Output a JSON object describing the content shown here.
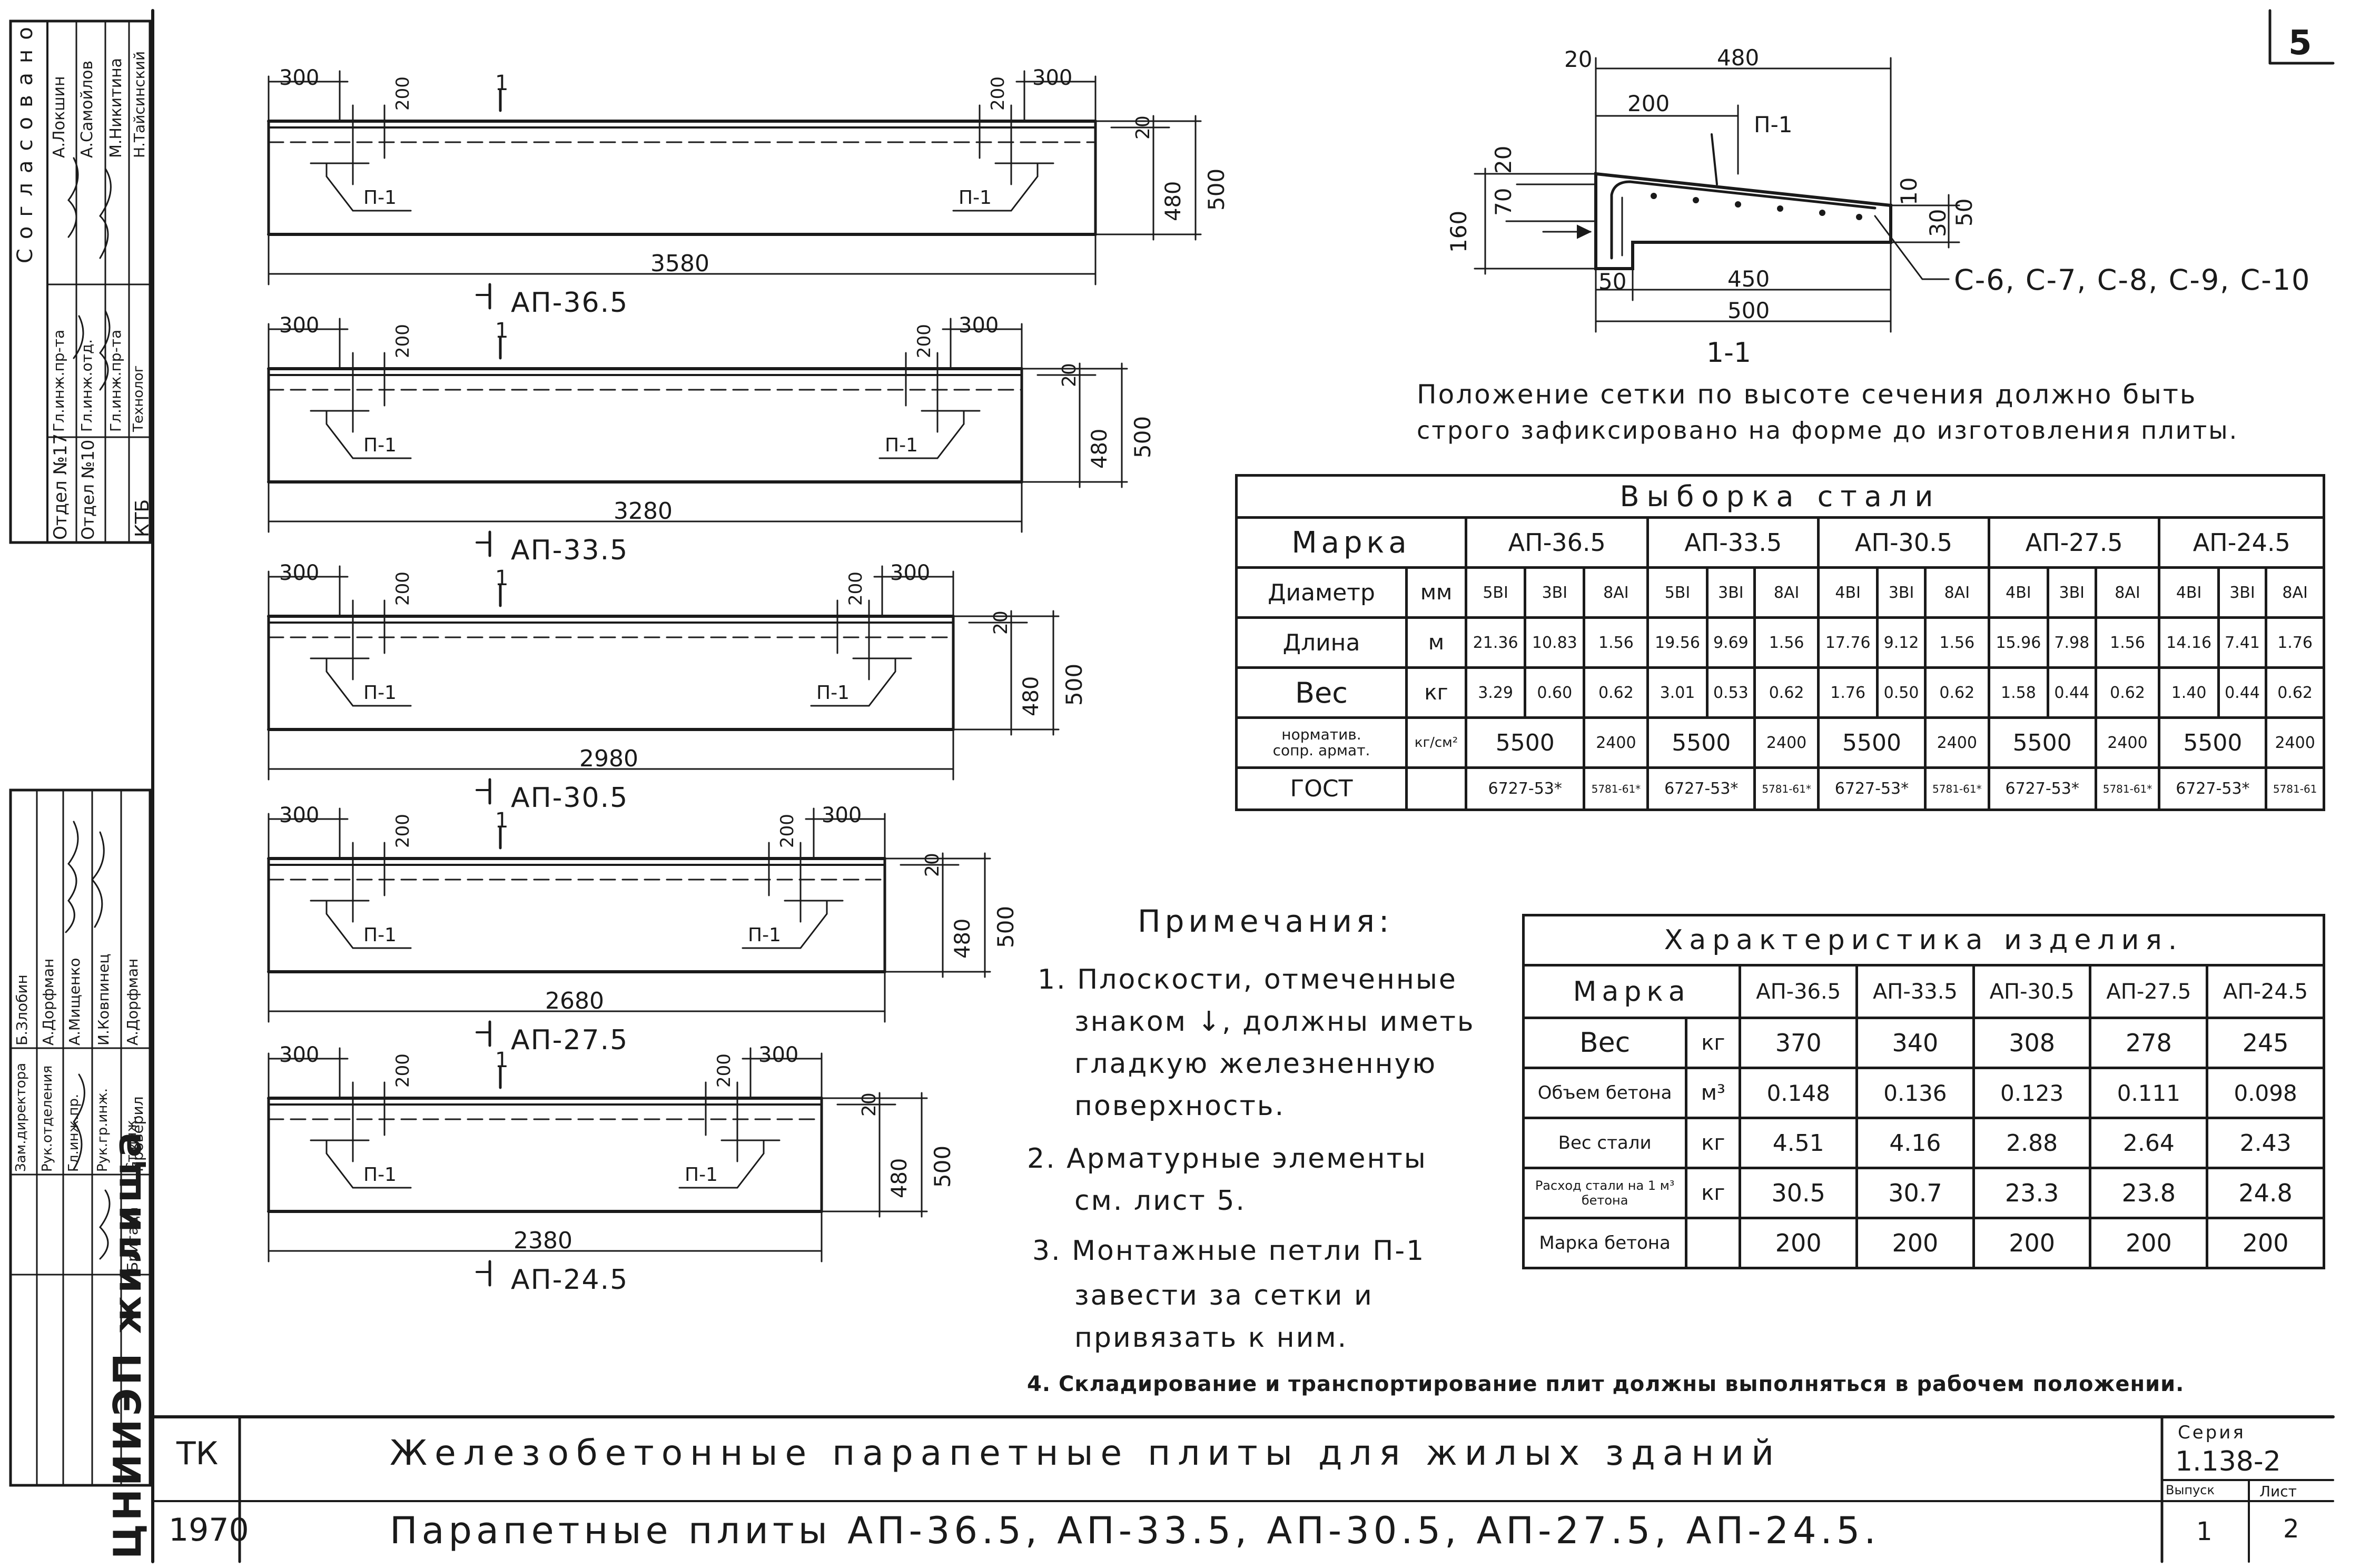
{
  "sheet_number": "5",
  "panels": [
    {
      "label": "АП-36.5",
      "length": "3580",
      "end1": "300",
      "end2": "300",
      "hook_depth": "200",
      "loop": "П-1",
      "section": "1",
      "top": "20",
      "h1": "480",
      "h2": "500"
    },
    {
      "label": "АП-33.5",
      "length": "3280",
      "end1": "300",
      "end2": "300",
      "hook_depth": "200",
      "loop": "П-1",
      "section": "1",
      "top": "20",
      "h1": "480",
      "h2": "500"
    },
    {
      "label": "АП-30.5",
      "length": "2980",
      "end1": "300",
      "end2": "300",
      "hook_depth": "200",
      "loop": "П-1",
      "section": "1",
      "top": "20",
      "h1": "480",
      "h2": "500"
    },
    {
      "label": "АП-27.5",
      "length": "2680",
      "end1": "300",
      "end2": "300",
      "hook_depth": "200",
      "loop": "П-1",
      "section": "1",
      "top": "20",
      "h1": "480",
      "h2": "500"
    },
    {
      "label": "АП-24.5",
      "length": "2380",
      "end1": "300",
      "end2": "300",
      "hook_depth": "200",
      "loop": "П-1",
      "section": "1",
      "top": "20",
      "h1": "480",
      "h2": "500"
    }
  ],
  "section_view": {
    "label": "1-1",
    "dims": {
      "top": "480",
      "offset": "20",
      "inner": "200",
      "left_h": "160",
      "left_a": "20",
      "left_b": "70",
      "right_a": "30",
      "right_b": "50",
      "right_c": "10",
      "bottom_inner": "450",
      "bottom_total": "500",
      "bottom_small": "50"
    },
    "loop": "П-1",
    "mesh_callout": "С-6, С-7, С-8, С-9, С-10",
    "note_line1": "Положение сетки по высоте сечения должно быть",
    "note_line2": "строго зафиксировано на форме до изготовления плиты."
  },
  "steel_table": {
    "title": "Выборка стали",
    "marka": "Марка",
    "marks": [
      "АП-36.5",
      "АП-33.5",
      "АП-30.5",
      "АП-27.5",
      "АП-24.5"
    ],
    "diameter": {
      "label": "Диаметр",
      "unit": "мм",
      "values": [
        "5ВI",
        "3ВI",
        "8АI",
        "5ВI",
        "3ВI",
        "8АI",
        "4ВI",
        "3ВI",
        "8АI",
        "4ВI",
        "3ВI",
        "8АI",
        "4ВI",
        "3ВI",
        "8АI"
      ]
    },
    "length": {
      "label": "Длина",
      "unit": "м",
      "values": [
        "21.36",
        "10.83",
        "1.56",
        "19.56",
        "9.69",
        "1.56",
        "17.76",
        "9.12",
        "1.56",
        "15.96",
        "7.98",
        "1.56",
        "14.16",
        "7.41",
        "1.76"
      ]
    },
    "weight": {
      "label": "Вес",
      "unit": "кг",
      "values": [
        "3.29",
        "0.60",
        "0.62",
        "3.01",
        "0.53",
        "0.62",
        "1.76",
        "0.50",
        "0.62",
        "1.58",
        "0.44",
        "0.62",
        "1.40",
        "0.44",
        "0.62"
      ]
    },
    "norm": {
      "label1": "норматив.",
      "label2": "сопр. армат.",
      "unit": "кг/см²",
      "values": [
        "5500",
        "2400",
        "5500",
        "2400",
        "5500",
        "2400",
        "5500",
        "2400",
        "5500",
        "2400"
      ]
    },
    "gost": {
      "label": "ГОСТ",
      "values": [
        "6727-53*",
        "5781-61*",
        "6727-53*",
        "5781-61*",
        "6727-53*",
        "5781-61*",
        "6727-53*",
        "5781-61*",
        "6727-53*",
        "5781-61"
      ]
    }
  },
  "product_table": {
    "title": "Характеристика изделия.",
    "marka": "Марка",
    "marks": [
      "АП-36.5",
      "АП-33.5",
      "АП-30.5",
      "АП-27.5",
      "АП-24.5"
    ],
    "rows": [
      {
        "label": "Вес",
        "unit": "кг",
        "values": [
          "370",
          "340",
          "308",
          "278",
          "245"
        ]
      },
      {
        "label": "Объем бетона",
        "unit": "м³",
        "values": [
          "0.148",
          "0.136",
          "0.123",
          "0.111",
          "0.098"
        ]
      },
      {
        "label": "Вес стали",
        "unit": "кг",
        "values": [
          "4.51",
          "4.16",
          "2.88",
          "2.64",
          "2.43"
        ]
      },
      {
        "label": "Расход стали на 1 м³ бетона",
        "unit": "кг",
        "values": [
          "30.5",
          "30.7",
          "23.3",
          "23.8",
          "24.8"
        ]
      },
      {
        "label": "Марка бетона",
        "unit": "",
        "values": [
          "200",
          "200",
          "200",
          "200",
          "200"
        ]
      }
    ]
  },
  "notes": {
    "heading": "Примечания:",
    "n1_l1": "1. Плоскости, отмеченные",
    "n1_l2": "знаком ↓, должны иметь",
    "n1_l3": "гладкую железненную",
    "n1_l4": "поверхность.",
    "n2_l1": "2. Арматурные элементы",
    "n2_l2": "см. лист 5.",
    "n3_l1": "3. Монтажные петли П-1",
    "n3_l2": "завести за сетки и",
    "n3_l3": "привязать к ним.",
    "n4": "4. Складирование и транспортирование плит должны выполняться в рабочем положении."
  },
  "title_block": {
    "code": "ТК",
    "year": "1970",
    "title": "Железобетонные парапетные плиты для жилых зданий",
    "subtitle": "Парапетные плиты АП-36.5, АП-33.5, АП-30.5, АП-27.5, АП-24.5.",
    "series_label": "Серия",
    "series": "1.138-2",
    "issue_label": "Выпуск",
    "issue": "1",
    "sheet_label": "Лист",
    "sheet": "2"
  },
  "stamp_top": {
    "heading": "Согласовано",
    "rows": [
      {
        "dept": "Отдел №17",
        "role": "Гл.инж.пр-та",
        "name": "А.Локшин"
      },
      {
        "dept": "",
        "role": "Гл.инж.отд.",
        "name": "А.Самойлов"
      },
      {
        "dept": "Отдел №10",
        "role": "Гл.инж.пр-та",
        "name": "М.Никитина"
      },
      {
        "dept": "КТБ",
        "role": "Технолог",
        "name": "Н.Тайсинский"
      }
    ]
  },
  "stamp_bottom": {
    "institute": "ЦНИИЭП жилища",
    "rows": [
      {
        "role": "Зам.директора",
        "name": "Б.Злобин"
      },
      {
        "role": "Рук.отделения",
        "name": "А.Дорфман"
      },
      {
        "role": "Гл.инж.пр.",
        "name": "А.Мищенко"
      },
      {
        "role": "Рук.гр.инж.",
        "name": "И.Ковпинец"
      },
      {
        "role": "Ст.инж.",
        "name": "А.Дорфман"
      },
      {
        "role": "Бригада",
        "name": "Проверил"
      }
    ]
  }
}
